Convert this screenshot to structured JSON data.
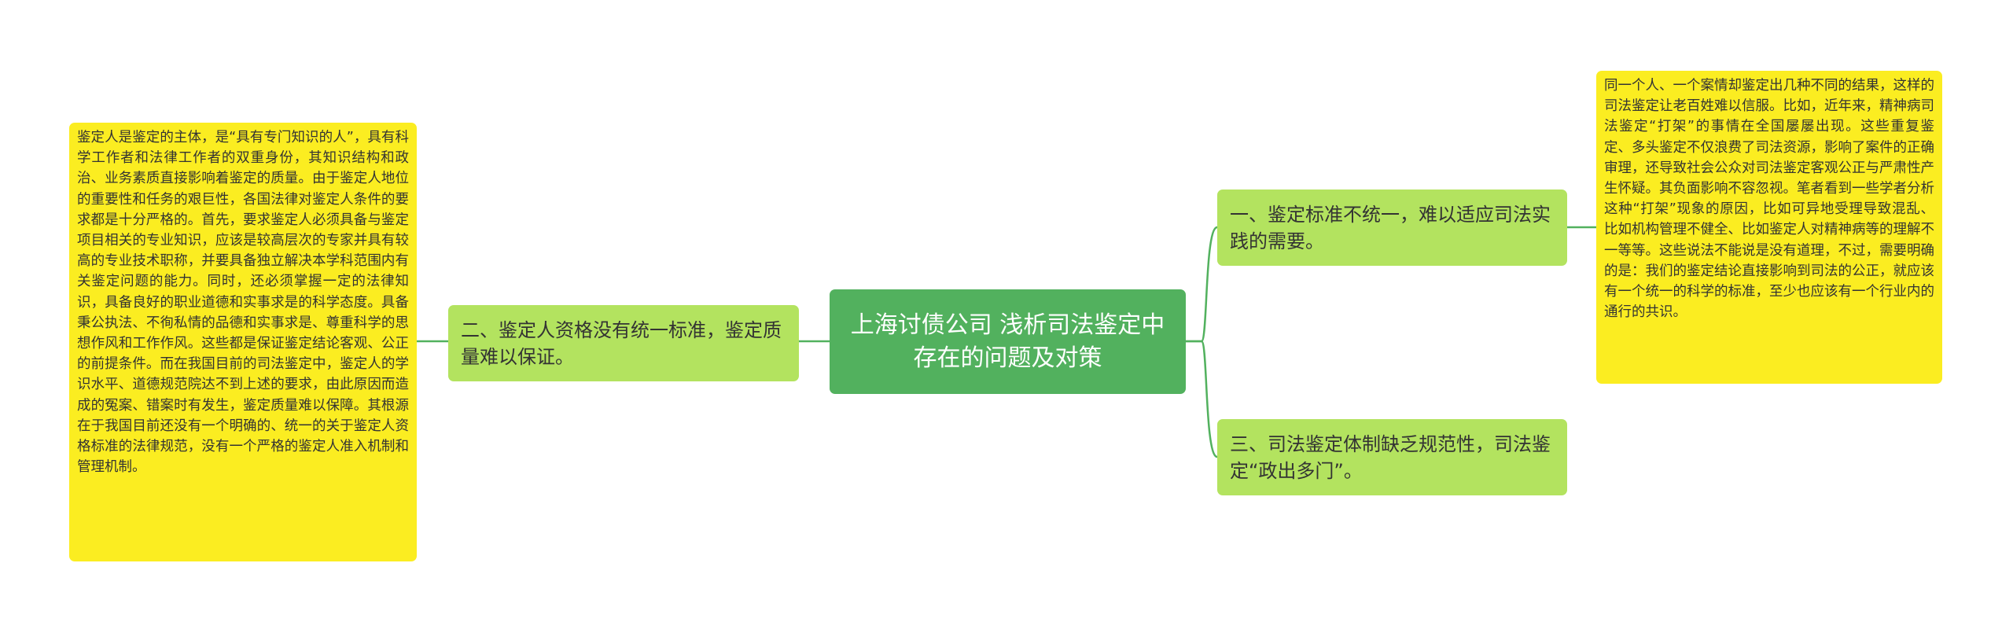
{
  "mindmap": {
    "root": {
      "text": "上海讨债公司  浅析司法鉴定中存在的问题及对策"
    },
    "branches": [
      {
        "text": "一、鉴定标准不统一，难以适应司法实践的需要。"
      },
      {
        "text": "二、鉴定人资格没有统一标准，鉴定质量难以保证。"
      },
      {
        "text": "三、司法鉴定体制缺乏规范性，司法鉴定“政出多门”。"
      }
    ],
    "details": [
      {
        "text": "同一个人、一个案情却鉴定出几种不同的结果，这样的司法鉴定让老百姓难以信服。比如，近年来，精神病司法鉴定“打架”的事情在全国屡屡出现。这些重复鉴定、多头鉴定不仅浪费了司法资源，影响了案件的正确审理，还导致社会公众对司法鉴定客观公正与严肃性产生怀疑。其负面影响不容忽视。笔者看到一些学者分析这种“打架”现象的原因，比如可异地受理导致混乱、比如机构管理不健全、比如鉴定人对精神病等的理解不一等等。这些说法不能说是没有道理，不过，需要明确的是：我们的鉴定结论直接影响到司法的公正，就应该有一个统一的科学的标准，至少也应该有一个行业内的通行的共识。"
      },
      {
        "text": "鉴定人是鉴定的主体，是“具有专门知识的人”，具有科学工作者和法律工作者的双重身份，其知识结构和政治、业务素质直接影响着鉴定的质量。由于鉴定人地位的重要性和任务的艰巨性，各国法律对鉴定人条件的要求都是十分严格的。首先，要求鉴定人必须具备与鉴定项目相关的专业知识，应该是较高层次的专家并具有较高的专业技术职称，并要具备独立解决本学科范围内有关鉴定问题的能力。同时，还必须掌握一定的法律知识，具备良好的职业道德和实事求是的科学态度。具备秉公执法、不徇私情的品德和实事求是、尊重科学的思想作风和工作作风。这些都是保证鉴定结论客观、公正的前提条件。而在我国目前的司法鉴定中，鉴定人的学识水平、道德规范院达不到上述的要求，由此原因而造成的冤案、错案时有发生，鉴定质量难以保障。其根源在于我国目前还没有一个明确的、统一的关于鉴定人资格标准的法律规范，没有一个严格的鉴定人准入机制和管理机制。"
      }
    ],
    "colors": {
      "root": "#52b15e",
      "branch": "#b3e35f",
      "detail": "#fbed21",
      "connector": "#52b15e"
    }
  }
}
